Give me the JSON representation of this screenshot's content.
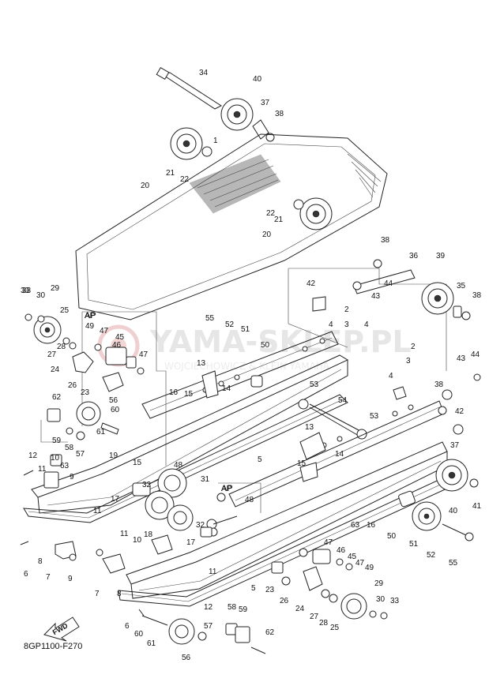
{
  "watermark": {
    "main": "YAMA-SKLEP.PL",
    "sub": "WOJCIECHOWICZ & KLEIN YAMAHA"
  },
  "figure_code": "8GP1100-F270",
  "fwd_label": "FWD",
  "assembly_labels": [
    "AP",
    "AP"
  ],
  "part_numbers": [
    "34",
    "40",
    "37",
    "38",
    "1",
    "21",
    "22",
    "20",
    "22",
    "21",
    "20",
    "38",
    "36",
    "39",
    "42",
    "44",
    "43",
    "35",
    "38",
    "33",
    "30",
    "29",
    "25",
    "28",
    "27",
    "AP",
    "49",
    "47",
    "45",
    "46",
    "47",
    "55",
    "52",
    "51",
    "50",
    "2",
    "3",
    "4",
    "4",
    "24",
    "26",
    "23",
    "56",
    "60",
    "61",
    "13",
    "14",
    "16",
    "15",
    "53",
    "54",
    "53",
    "44",
    "43",
    "4",
    "2",
    "3",
    "38",
    "42",
    "37",
    "62",
    "59",
    "58",
    "57",
    "12",
    "11",
    "10",
    "63",
    "9",
    "19",
    "32",
    "48",
    "17",
    "11",
    "18",
    "15",
    "5",
    "31",
    "13",
    "15",
    "14",
    "AP",
    "48",
    "8",
    "7",
    "9",
    "11",
    "10",
    "17",
    "11",
    "32",
    "33",
    "6",
    "7",
    "8",
    "5",
    "47",
    "46",
    "45",
    "47",
    "49",
    "23",
    "26",
    "24",
    "27",
    "28",
    "25",
    "29",
    "30",
    "33",
    "50",
    "51",
    "52",
    "55",
    "40",
    "41",
    "12",
    "6",
    "60",
    "61",
    "56",
    "57",
    "58",
    "59",
    "62",
    "63",
    "16",
    "15"
  ]
}
